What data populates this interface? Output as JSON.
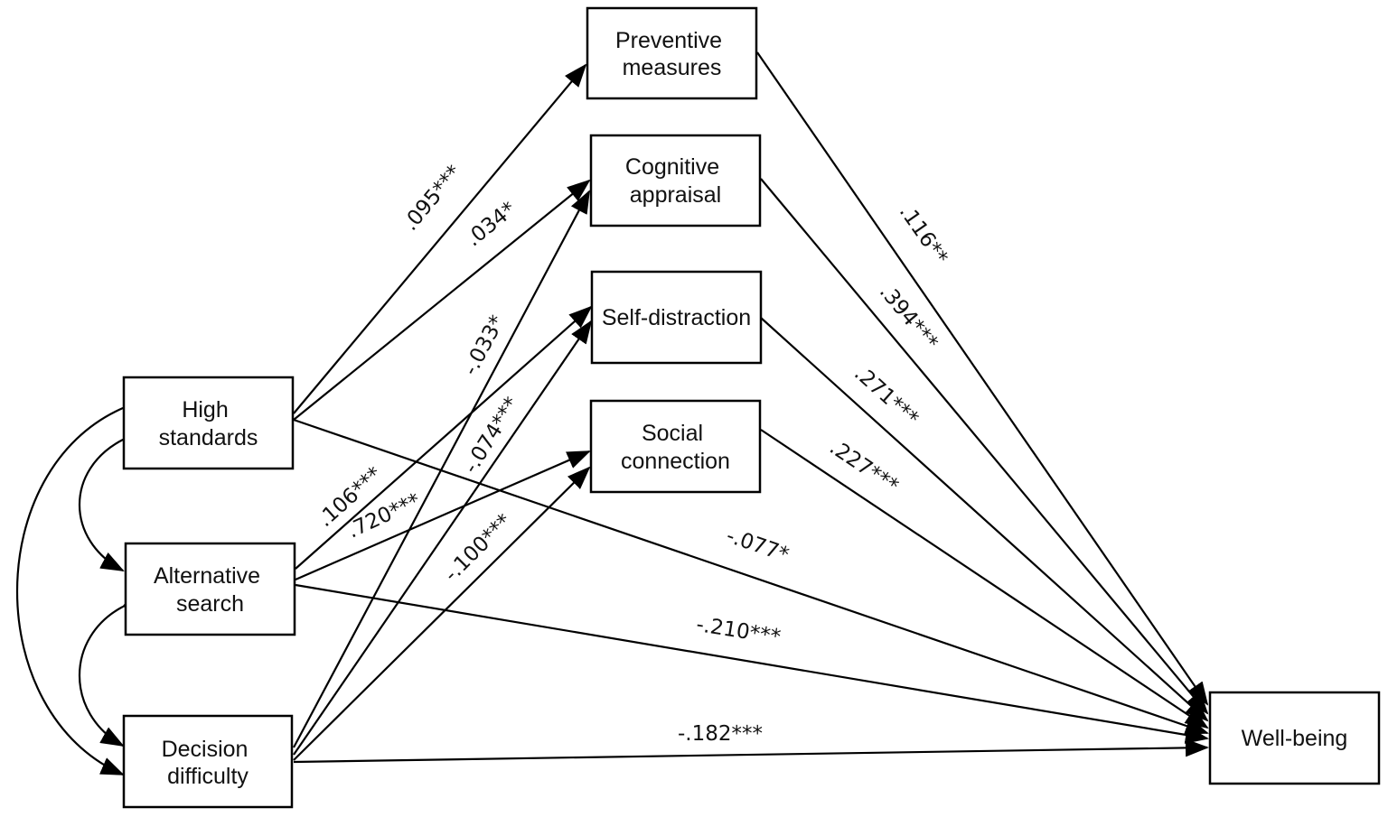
{
  "nodes": {
    "preventive": {
      "lines": [
        "Preventive",
        "measures"
      ]
    },
    "cognitive": {
      "lines": [
        "Cognitive",
        "appraisal"
      ]
    },
    "distraction": {
      "lines": [
        "Self-distraction"
      ]
    },
    "social": {
      "lines": [
        "Social",
        "connection"
      ]
    },
    "high_standards": {
      "lines": [
        "High",
        "standards"
      ]
    },
    "alternative_search": {
      "lines": [
        "Alternative",
        "search"
      ]
    },
    "decision_difficulty": {
      "lines": [
        "Decision",
        "difficulty"
      ]
    },
    "wellbeing": {
      "lines": [
        "Well-being"
      ]
    }
  },
  "paths": {
    "hs_preventive": ".095***",
    "hs_cognitive": ".034*",
    "dd_cognitive": "-.033*",
    "as_distraction": ".106***",
    "dd_distraction": "-.074***",
    "as_social": ".720***",
    "dd_social": "-.100***",
    "preventive_wb": ".116**",
    "cognitive_wb": ".394***",
    "distraction_wb": ".271***",
    "social_wb": ".227***",
    "hs_wb": "-.077*",
    "as_wb": "-.210***",
    "dd_wb": "-.182***"
  },
  "colors": {
    "line": "#000000",
    "box_fill": "#ffffff",
    "text": "#111111"
  }
}
